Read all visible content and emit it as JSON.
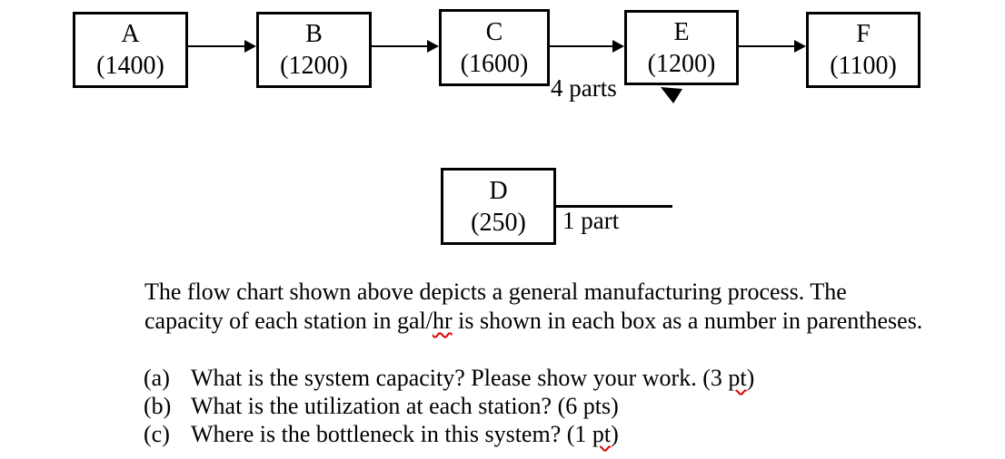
{
  "diagram": {
    "stations": [
      {
        "name": "A",
        "capacity": "(1400)"
      },
      {
        "name": "B",
        "capacity": "(1200)"
      },
      {
        "name": "C",
        "capacity": "(1600)"
      },
      {
        "name": "E",
        "capacity": "(1200)"
      },
      {
        "name": "F",
        "capacity": "(1100)"
      }
    ],
    "offline_station": {
      "name": "D",
      "capacity": "(250)"
    },
    "labels": {
      "four_parts": "4 parts",
      "one_part": "1 part"
    }
  },
  "description": {
    "line1": "The flow chart shown above depicts a general manufacturing process. The",
    "line2_before": "capacity of each station in gal/",
    "line2_misspelled": "hr",
    "line2_after": " is shown in each box as a number in parentheses."
  },
  "questions": [
    {
      "label": "(a)",
      "before": "What is the system capacity? Please show your work. (3 ",
      "misspelled": "pt",
      "after": ")"
    },
    {
      "label": "(b)",
      "before": "What is the utilization at each station? (6 pts)",
      "misspelled": "",
      "after": ""
    },
    {
      "label": "(c)",
      "before": "Where is the bottleneck in this system? (1 ",
      "misspelled": "pt",
      "after": ")"
    }
  ],
  "colors": {
    "line": "#000000",
    "squiggle": "#dd0000",
    "background": "#ffffff"
  }
}
